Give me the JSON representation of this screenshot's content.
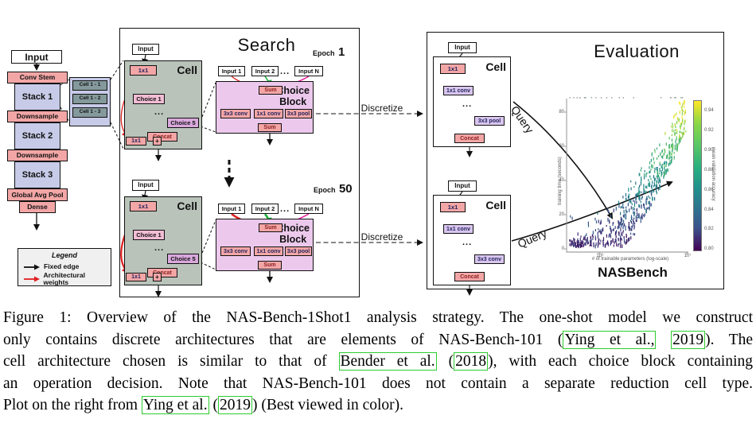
{
  "colors": {
    "pink": "#f3a6a6",
    "lavender": "#c7cbe8",
    "cell_bg": "#b9c3ba",
    "choice_bg": "#ecc9ec",
    "choice1": "#f1bcd4",
    "choice5": "#d9a8dc",
    "eval_op": "#d9c6ef",
    "mini_cell": "#84999b",
    "arrow_black": "#111111",
    "arrow_red": "#e02020",
    "arrow_magenta": "#e8189c",
    "arrow_green": "#1fae3e",
    "arrow_blue": "#4436e0",
    "arrow_purple": "#7a2fd4",
    "cite_green": "#2ecc2e"
  },
  "pipeline": {
    "input": "Input",
    "blocks": [
      {
        "label": "Conv Stem",
        "type": "pink"
      },
      {
        "label": "Stack 1",
        "type": "lav"
      },
      {
        "label": "Downsample",
        "type": "pink"
      },
      {
        "label": "Stack 2",
        "type": "lav"
      },
      {
        "label": "Downsample",
        "type": "pink"
      },
      {
        "label": "Stack 3",
        "type": "lav"
      },
      {
        "label": "Global Avg Pool",
        "type": "pink"
      },
      {
        "label": "Dense",
        "type": "pink"
      }
    ],
    "mini_cells": [
      "Cell 1 - 1",
      "Cell 1 - 2",
      "Cell 1 - 3"
    ]
  },
  "legend": {
    "title": "Legend",
    "items": [
      {
        "label": "Fixed edge",
        "color": "#111111"
      },
      {
        "label": "Architectural weights",
        "color": "#e02020"
      }
    ]
  },
  "search": {
    "title": "Search",
    "epoch1": {
      "prefix": "Epoch",
      "num": "1"
    },
    "epoch50": {
      "prefix": "Epoch",
      "num": "50"
    },
    "cell": {
      "title": "Cell",
      "input": "Input",
      "conv1": "1x1",
      "choice1": "Choice 1",
      "dots": "...",
      "choice5": "Choice 5",
      "concat": "Concat",
      "conv2": "1x1",
      "plus": "+"
    },
    "choice_block": {
      "title_line1": "Choice",
      "title_line2": "Block",
      "inputs": [
        "Input 1",
        "Input 2",
        "...",
        "Input N"
      ],
      "sum_top": "Sum",
      "ops": [
        "3x3 conv",
        "1x1 conv",
        "3x3 pool"
      ],
      "sum_bottom": "Sum"
    },
    "discretize": "Discretize"
  },
  "evaluation": {
    "title": "Evaluation",
    "query": "Query",
    "cell_top": {
      "title": "Cell",
      "input": "Input",
      "conv": "1x1",
      "op1": "1x1 conv",
      "dots": "...",
      "op2": "3x3 pool",
      "concat": "Concat"
    },
    "cell_bottom": {
      "title": "Cell",
      "input": "Input",
      "conv": "1x1",
      "op1": "1x1 conv",
      "dots": "...",
      "op2": "3x3 conv",
      "concat": "Concat"
    },
    "nasbench": "NASBench"
  },
  "chart_data": {
    "type": "scatter",
    "title": "NASBench",
    "xlabel": "# of trainable parameters (log-scale)",
    "ylabel": "training time (seconds)",
    "x_ticks": [
      "10⁶",
      "10⁷"
    ],
    "y_ticks": [
      "0",
      "20",
      "40",
      "60",
      "80"
    ],
    "ylim": [
      0,
      90
    ],
    "grid": false,
    "legend_position": "none",
    "colorbar": {
      "label": "mean validation accuracy",
      "ticks": [
        "0.94",
        "0.92",
        "0.90",
        "0.88",
        "0.86",
        "0.84",
        "0.82",
        "0.80"
      ],
      "colormap": "viridis"
    },
    "description": "Dense cloud of NAS-Bench-101 architectures; training time rises with parameter count; higher/greener points have higher mean validation accuracy, dark purple points lower accuracy.",
    "point_cloud": {
      "seed": 7,
      "strips": 46,
      "x_range": [
        716,
        860
      ],
      "y_range": [
        124,
        310
      ]
    }
  },
  "caption": {
    "lines": [
      [
        {
          "t": "Figure 1: Overview of the NAS-Bench-1Shot1 analysis strategy. The one-shot model we construct"
        }
      ],
      [
        {
          "t": "only contains discrete architectures that are elements of NAS-Bench-101 ("
        },
        {
          "t": "Ying et al.,",
          "cite": true
        },
        {
          "t": " "
        },
        {
          "t": "2019",
          "cite": true
        },
        {
          "t": "). The"
        }
      ],
      [
        {
          "t": "cell architecture chosen is similar to that of "
        },
        {
          "t": "Bender et al.",
          "cite": true
        },
        {
          "t": " ("
        },
        {
          "t": "2018",
          "cite": true
        },
        {
          "t": "), with each choice block containing"
        }
      ],
      [
        {
          "t": "an operation decision. Note that NAS-Bench-101 does not contain a separate reduction cell type."
        }
      ],
      [
        {
          "t": "Plot on the right from "
        },
        {
          "t": "Ying et al.",
          "cite": true
        },
        {
          "t": " ("
        },
        {
          "t": "2019",
          "cite": true
        },
        {
          "t": ") (Best viewed in color)."
        }
      ]
    ]
  }
}
